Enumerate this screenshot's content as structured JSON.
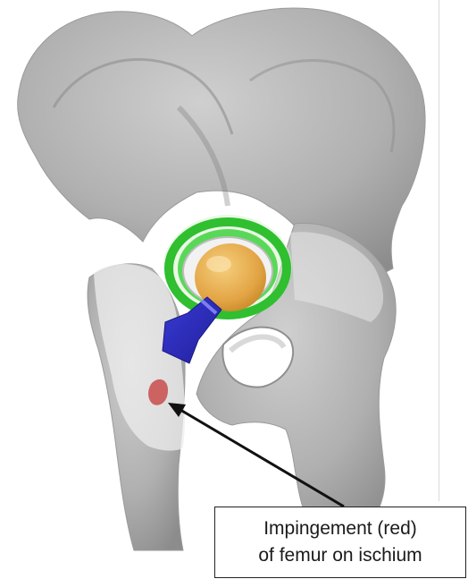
{
  "annotation": {
    "line1": "Impingement (red)",
    "line2": "of femur on ischium"
  },
  "colors": {
    "bone": "#b4b4b4",
    "bone_shadow": "#8a8a8a",
    "translucent_bone": "#e6e6e6",
    "liner_green": "#2fbf2f",
    "femoral_head": "#e4a94a",
    "cup_rim": "#f4f4f4",
    "femoral_neck": "#2b2bbf",
    "impingement": "#c94b4b",
    "arrow": "#111111"
  },
  "icons": [
    "pelvis-model",
    "acetabular-cup",
    "femoral-head",
    "femoral-neck",
    "impingement-spot",
    "callout-arrow"
  ]
}
